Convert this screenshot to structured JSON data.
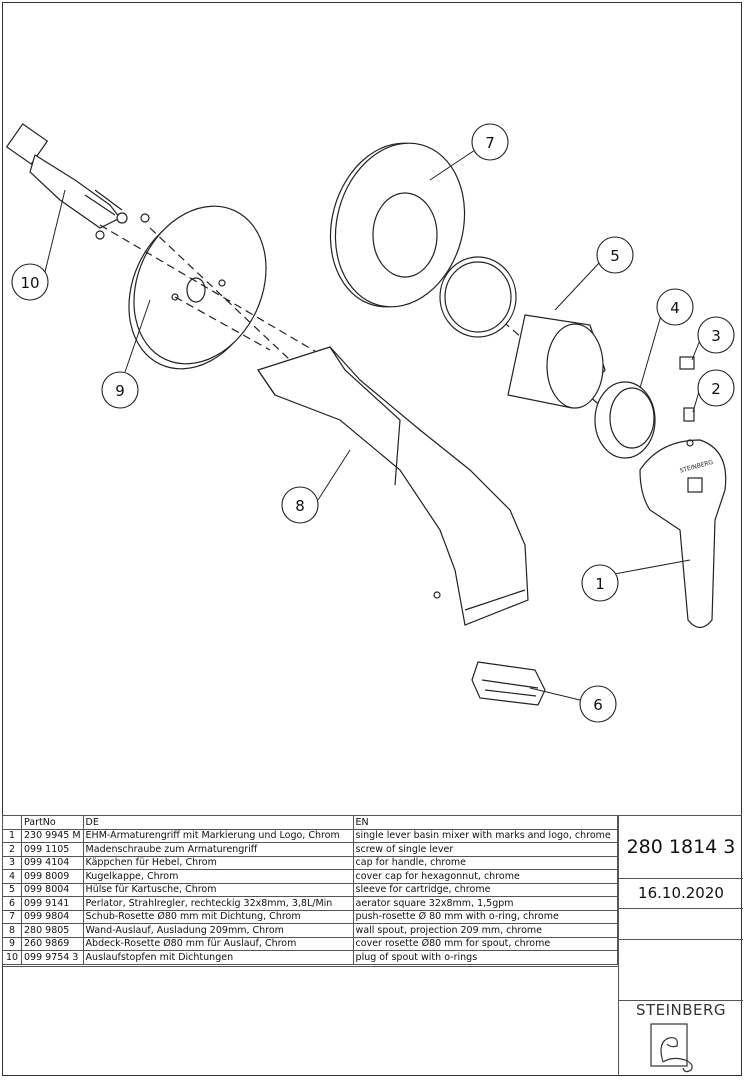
{
  "callouts": [
    "1",
    "2",
    "3",
    "4",
    "5",
    "6",
    "7",
    "8",
    "9",
    "10"
  ],
  "parts_table": {
    "headers": [
      "",
      "PartNo",
      "DE",
      "EN"
    ],
    "rows": [
      [
        "1",
        "230 9945 M",
        "EHM-Armaturengriff mit Markierung und Logo, Chrom",
        "single lever basin mixer with marks and logo, chrome"
      ],
      [
        "2",
        "099 1105",
        "Madenschraube zum Armaturengriff",
        "screw of single lever"
      ],
      [
        "3",
        "099 4104",
        "Käppchen für Hebel, Chrom",
        "cap for handle, chrome"
      ],
      [
        "4",
        "099 8009",
        "Kugelkappe, Chrom",
        "cover cap for hexagonnut, chrome"
      ],
      [
        "5",
        "099 8004",
        "Hülse für Kartusche, Chrom",
        "sleeve for cartridge, chrome"
      ],
      [
        "6",
        "099 9141",
        "Perlator, Strahlregler, rechteckig 32x8mm, 3,8L/Min",
        "aerator square 32x8mm, 1,5gpm"
      ],
      [
        "7",
        "099 9804",
        "Schub-Rosette Ø80 mm mit Dichtung, Chrom",
        "push-rosette Ø 80 mm with o-ring, chrome"
      ],
      [
        "8",
        "280 9805",
        "Wand-Auslauf, Ausladung 209mm, Chrom",
        "wall spout, projection 209 mm, chrome"
      ],
      [
        "9",
        "260 9869",
        "Abdeck-Rosette Ø80 mm für Auslauf, Chrom",
        "cover rosette Ø80 mm for spout, chrome"
      ],
      [
        "10",
        "099 9754 3",
        "Auslaufstopfen mit Dichtungen",
        "plug of spout with o-rings"
      ]
    ]
  },
  "title_block": {
    "document_number": "280 1814 3",
    "date": "16.10.2020",
    "brand": "STEINBERG"
  },
  "handle_logo_text": "STEINBERG"
}
